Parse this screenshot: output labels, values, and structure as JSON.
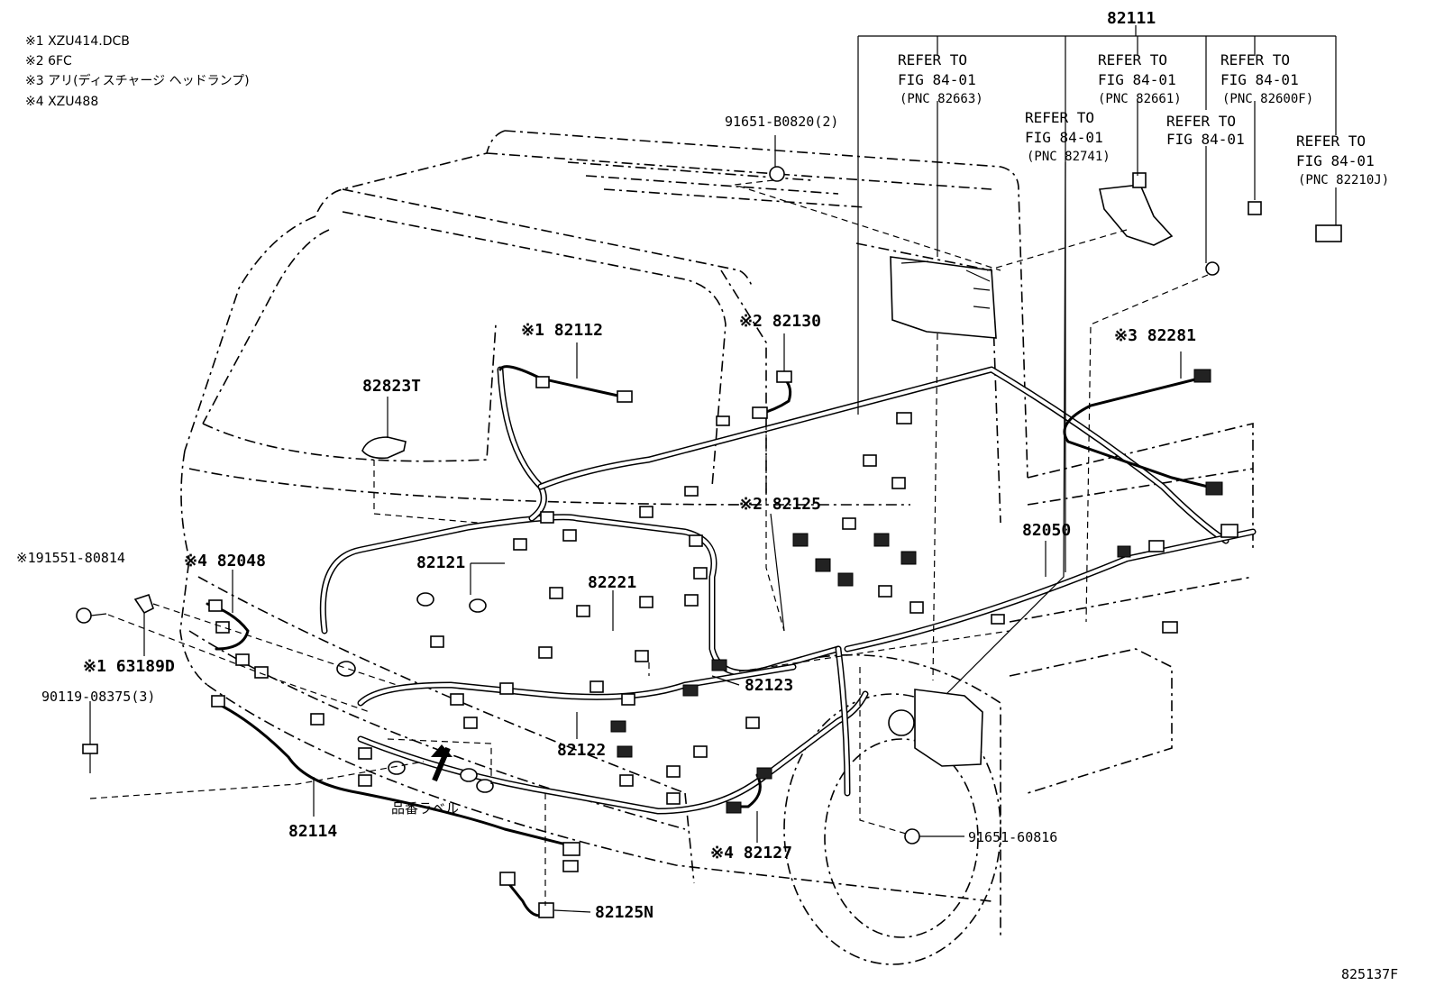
{
  "notes": [
    "※1 XZU414.DCB",
    "※2 6FC",
    "※3 アリ(ディスチャージ ヘッドランプ)",
    "※4 XZU488"
  ],
  "parts": {
    "p82111": "82111",
    "p82112": "※1 82112",
    "p82130": "※2 82130",
    "p82823T": "82823T",
    "p82125": "※2 82125",
    "p82281": "※3 82281",
    "p82050": "82050",
    "p82121": "82121",
    "p82221": "82221",
    "p82048": "※4 82048",
    "p63189D": "※1 63189D",
    "p82123": "82123",
    "p82122": "82122",
    "p82114": "82114",
    "p82127": "※4 82127",
    "p82125N": "82125N",
    "p91651_60816": "91651-60816",
    "p91651_B0820": "91651-B0820(2)",
    "p191551": "※191551-80814",
    "p90119": "90119-08375(3)"
  },
  "refs": [
    {
      "line1": "REFER TO",
      "line2": "FIG 84-01",
      "pnc": "(PNC 82663)"
    },
    {
      "line1": "REFER TO",
      "line2": "FIG 84-01",
      "pnc": "(PNC 82661)"
    },
    {
      "line1": "REFER TO",
      "line2": "FIG 84-01",
      "pnc": "(PNC 82600F)"
    },
    {
      "line1": "REFER TO",
      "line2": "FIG 84-01",
      "pnc": "(PNC 82741)"
    },
    {
      "line1": "REFER TO",
      "line2": "FIG 84-01",
      "pnc": ""
    },
    {
      "line1": "REFER TO",
      "line2": "FIG 84-01",
      "pnc": "(PNC 82210J)"
    }
  ],
  "label_japanese": "品番ラベル",
  "figure_id": "825137F"
}
